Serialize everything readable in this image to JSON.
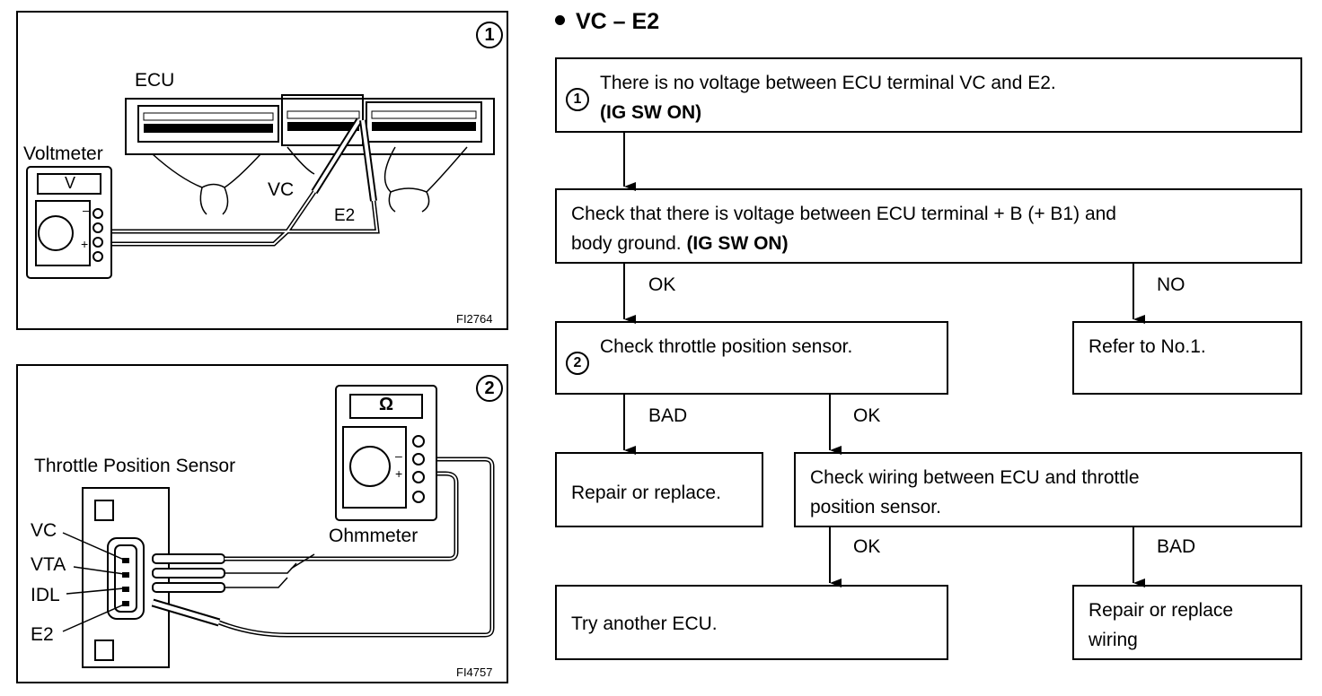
{
  "panel1": {
    "number": "1",
    "ecu_label": "ECU",
    "meter_label": "Voltmeter",
    "meter_unit": "V",
    "minus_sign": "–",
    "plus_sign": "+",
    "probe_vc": "VC",
    "probe_e2": "E2",
    "figure_code": "FI2764"
  },
  "panel2": {
    "number": "2",
    "sensor_label": "Throttle Position Sensor",
    "meter_label": "Ohmmeter",
    "meter_unit": "Ω",
    "minus_sign": "–",
    "plus_sign": "+",
    "terminals": [
      "VC",
      "VTA",
      "IDL",
      "E2"
    ],
    "figure_code": "FI4757"
  },
  "flowchart": {
    "heading": "VC – E2",
    "box1": {
      "num": "1",
      "line1": "There is no voltage between ECU terminal VC and E2.",
      "line2": "(IG SW ON)"
    },
    "box2": {
      "line1": "Check that there is voltage between ECU terminal + B (+ B1) and",
      "line2_plain": "body ground. ",
      "line2_bold": "(IG SW ON)"
    },
    "box3": {
      "num": "2",
      "text": "Check throttle position sensor."
    },
    "box4": {
      "text": "Refer to No.1."
    },
    "box5": {
      "text": "Repair or replace."
    },
    "box6": {
      "line1": "Check wiring between ECU and throttle",
      "line2": "position sensor."
    },
    "box7": {
      "text": "Try another ECU."
    },
    "box8": {
      "line1": "Repair or replace",
      "line2": "wiring"
    },
    "labels": {
      "ok1": "OK",
      "no1": "NO",
      "bad1": "BAD",
      "ok2": "OK",
      "ok3": "OK",
      "bad2": "BAD"
    }
  }
}
